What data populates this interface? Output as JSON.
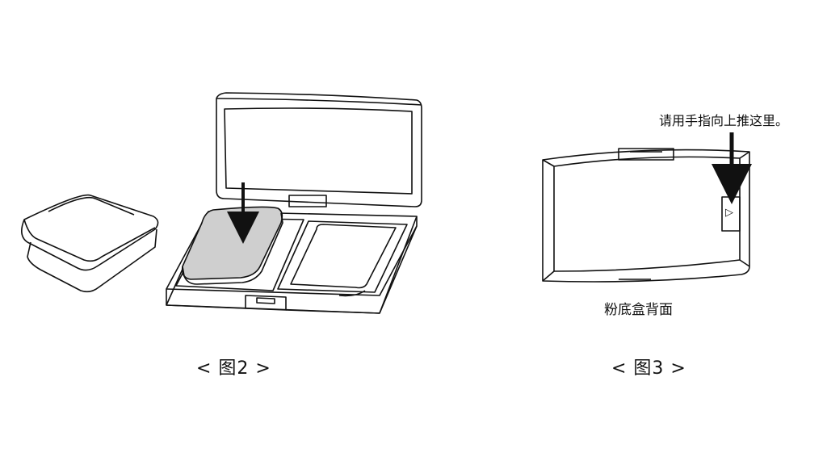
{
  "figure2": {
    "caption": "< 图2 >"
  },
  "figure3": {
    "caption": "< 图3 >",
    "instruction": "请用手指向上推这里。",
    "label": "粉底盒背面",
    "marker_glyph": "▷"
  },
  "colors": {
    "stroke": "#111111",
    "puff_fill": "#cfcfcf",
    "background": "#ffffff"
  }
}
